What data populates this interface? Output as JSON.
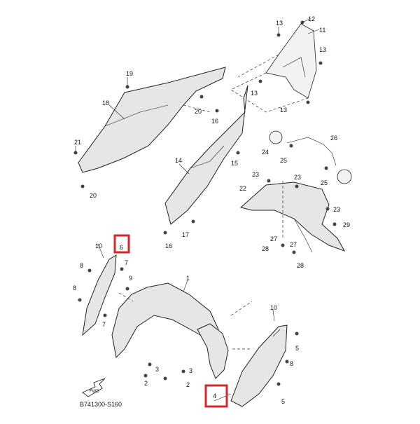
{
  "diagram_code": "B741300-S160",
  "fwd_label": "FWD",
  "highlight_color": "#d6262b",
  "callouts": {
    "c13a": "13",
    "c12": "12",
    "c11": "11",
    "c13b": "13",
    "c13c": "13",
    "c13d": "13",
    "c19": "19",
    "c18": "18",
    "c20a": "20",
    "c16a": "16",
    "c21": "21",
    "c20b": "20",
    "c14": "14",
    "c15": "15",
    "c17": "17",
    "c16b": "16",
    "c24": "24",
    "c25a": "25",
    "c26": "26",
    "c25b": "25",
    "c23a": "23",
    "c23b": "23",
    "c22": "22",
    "c23c": "23",
    "c29": "29",
    "c27a": "27",
    "c28a": "28",
    "c27b": "27",
    "c28b": "28",
    "c10a": "10",
    "c6": "6",
    "c7a": "7",
    "c8a": "8",
    "c9": "9",
    "c1": "1",
    "c8b": "8",
    "c7b": "7",
    "c10b": "10",
    "c5a": "5",
    "c8c": "8",
    "c5b": "5",
    "c3a": "3",
    "c2a": "2",
    "c3b": "3",
    "c2b": "2",
    "c4": "4"
  }
}
